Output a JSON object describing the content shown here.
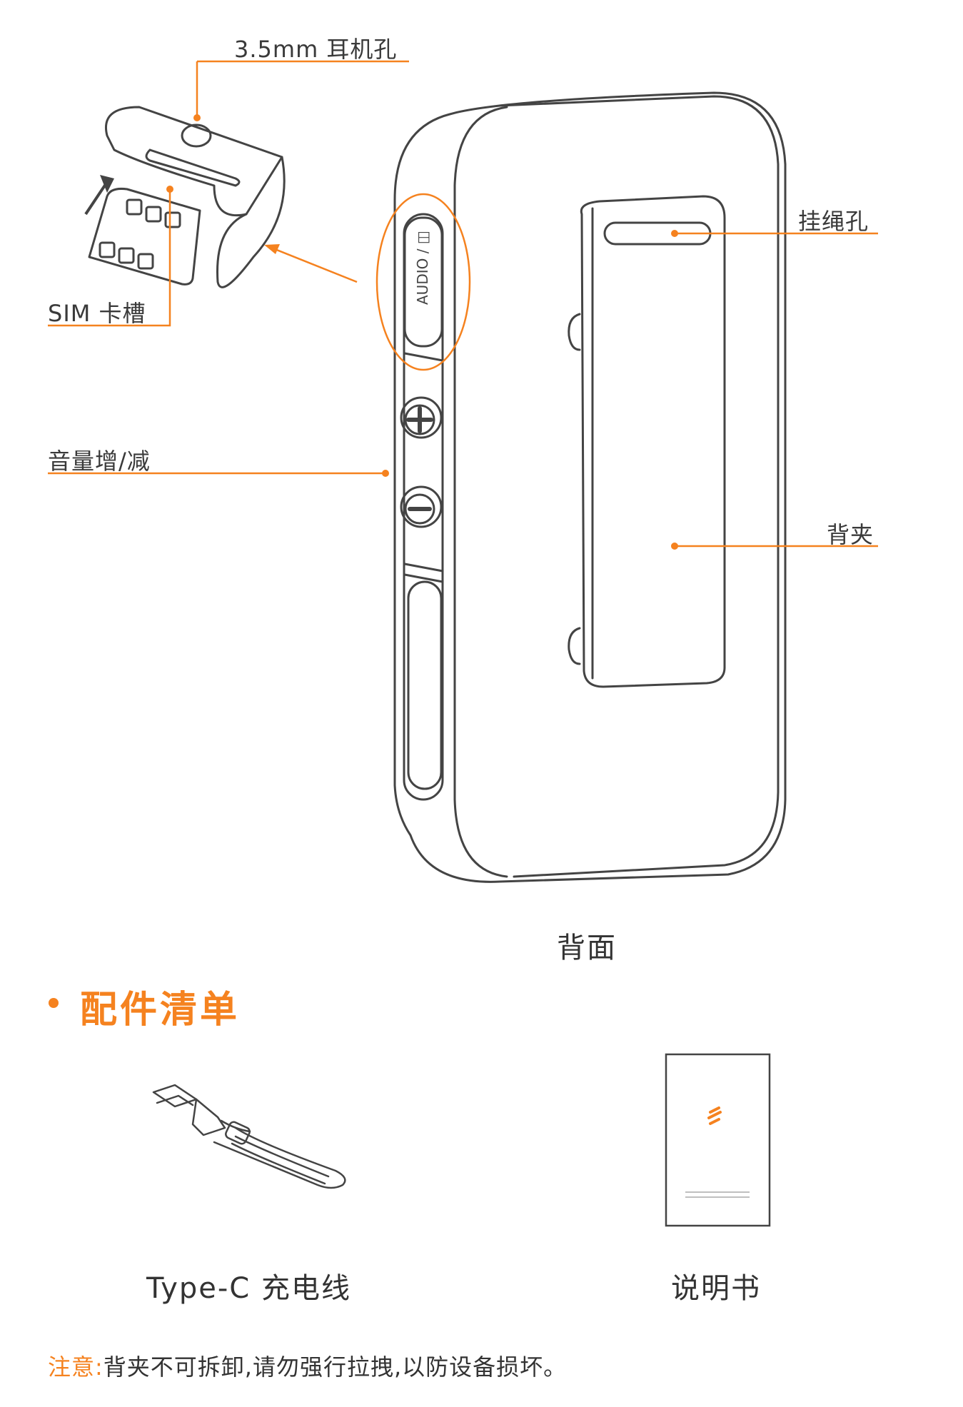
{
  "colors": {
    "accent": "#f5821f",
    "line": "#444444",
    "text": "#333333"
  },
  "diagram": {
    "labels": {
      "headphone_jack": "3.5mm 耳机孔",
      "sim_slot": "SIM 卡槽",
      "volume": "音量增/减",
      "lanyard_hole": "挂绳孔",
      "back_clip": "背夹",
      "side_mark": "AUDIO / ◫"
    },
    "view_caption": "背面"
  },
  "accessories": {
    "title": "配件清单",
    "items": [
      {
        "name": "Type-C 充电线",
        "icon": "usb-cable-icon"
      },
      {
        "name": "说明书",
        "icon": "manual-booklet-icon"
      }
    ]
  },
  "notice": {
    "prefix": "注意:",
    "text": "背夹不可拆卸,请勿强行拉拽,以防设备损坏。"
  }
}
